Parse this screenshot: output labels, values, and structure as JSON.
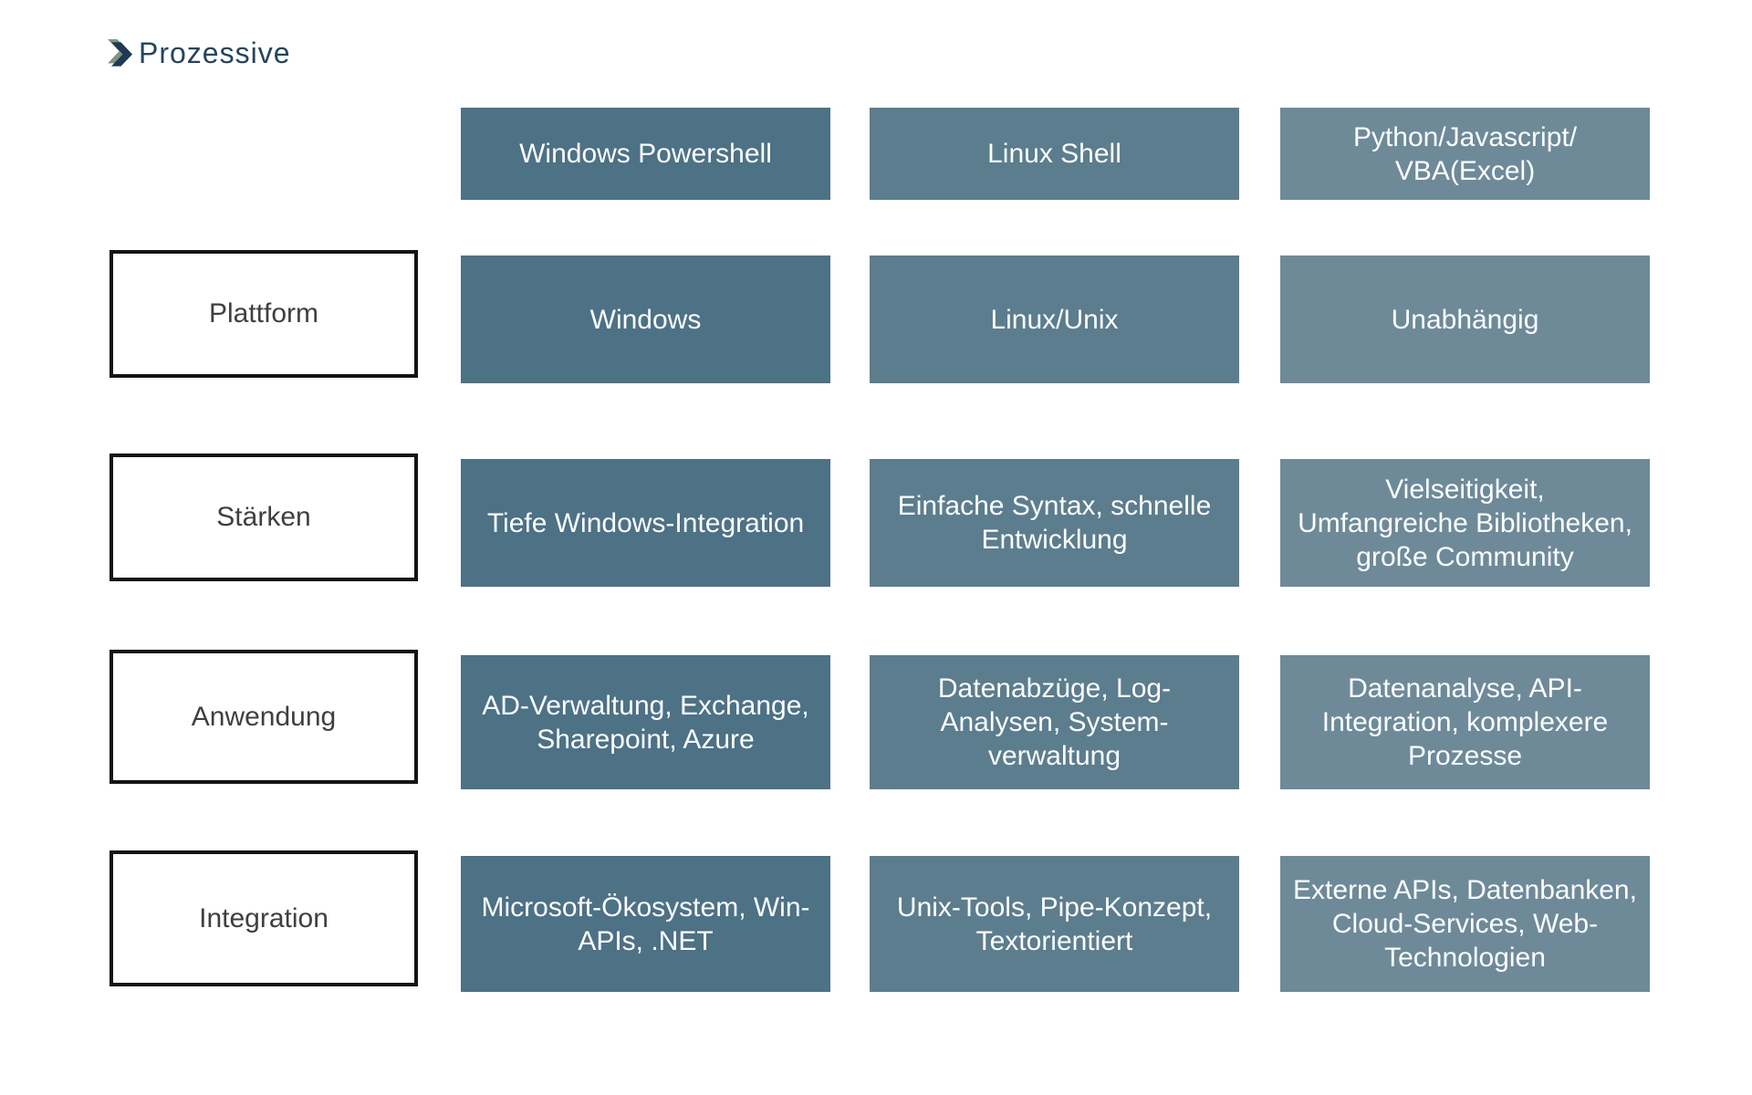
{
  "brand": {
    "name": "Prozessive",
    "colors": {
      "text": "#24455C",
      "chevron_dark": "#1F3A52",
      "chevron_accent": "#7E9486"
    }
  },
  "matrix": {
    "columns": [
      {
        "label": "Windows Powershell",
        "color": "#4D7185"
      },
      {
        "label": "Linux Shell",
        "color": "#5C7D8D"
      },
      {
        "label": "Python/Javascript/\nVBA(Excel)",
        "color": "#6E8A99"
      }
    ],
    "rows": [
      {
        "label": "Plattform",
        "cells": [
          "Windows",
          "Linux/Unix",
          "Unabhängig"
        ]
      },
      {
        "label": "Stärken",
        "cells": [
          "Tiefe Windows-Integration",
          "Einfache Syntax, schnelle\nEntwicklung",
          "Vielseitigkeit,\nUmfangreiche Bibliotheken,\ngroße Community"
        ]
      },
      {
        "label": "Anwendung",
        "cells": [
          "AD-Verwaltung, Exchange,\nSharepoint, Azure",
          "Datenabzüge, Log-\nAnalysen, System-\nverwaltung",
          "Datenanalyse, API-\nIntegration, komplexere\nProzesse"
        ]
      },
      {
        "label": "Integration",
        "cells": [
          "Microsoft-Ökosystem, Win-\nAPIs, .NET",
          "Unix-Tools, Pipe-Konzept,\nTextorientiert",
          "Externe APIs, Datenbanken,\nCloud-Services, Web-\nTechnologien"
        ]
      }
    ]
  }
}
